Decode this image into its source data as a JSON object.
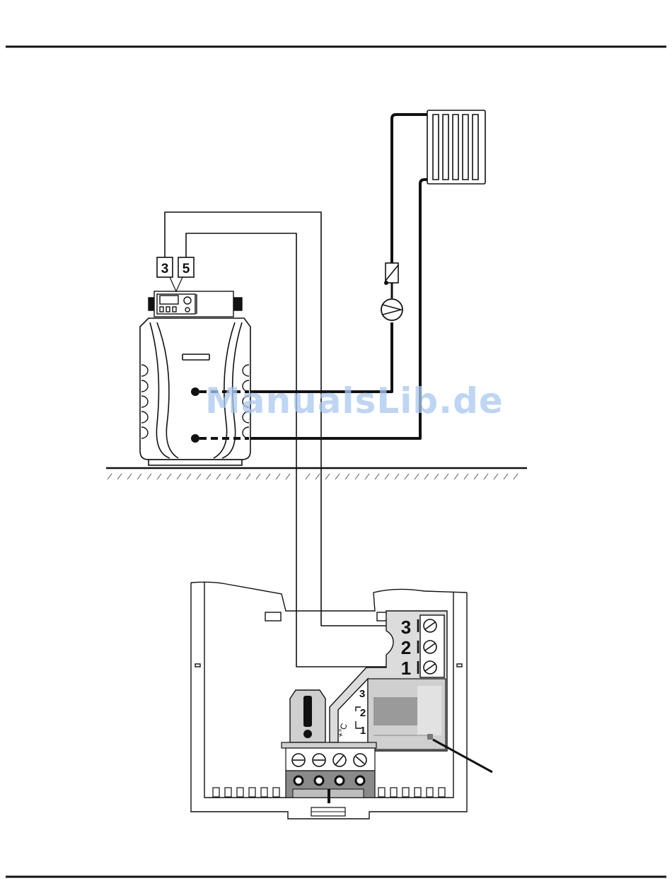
{
  "watermark": "ManualsLib.de",
  "connection_labels": {
    "left": "3",
    "right": "5"
  },
  "terminals": {
    "t3": "3",
    "t2": "2",
    "t1": "1"
  },
  "relay_labels": {
    "r3": "3",
    "r2": "2",
    "r1": "1",
    "temp": "+°C"
  },
  "colors": {
    "line": "#111111",
    "watermark": "#a9c8ef",
    "gray_fill": "#dcdcdc",
    "dark_gray": "#8a8a8a",
    "light_gray": "#cfcfcf"
  }
}
